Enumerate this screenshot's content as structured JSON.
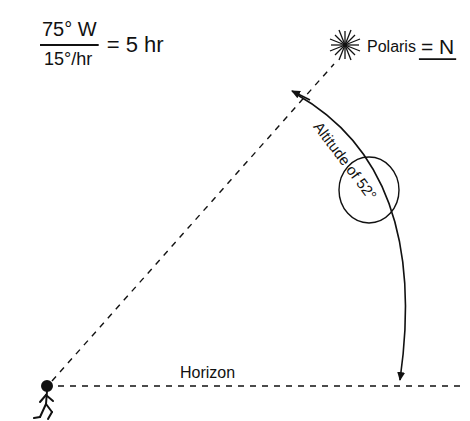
{
  "diagram": {
    "labels": [
      "75° W",
      "15°/hr",
      "= 5 hr",
      "Polaris",
      "= N",
      "Altitude of 52°",
      "Horizon"
    ]
  }
}
